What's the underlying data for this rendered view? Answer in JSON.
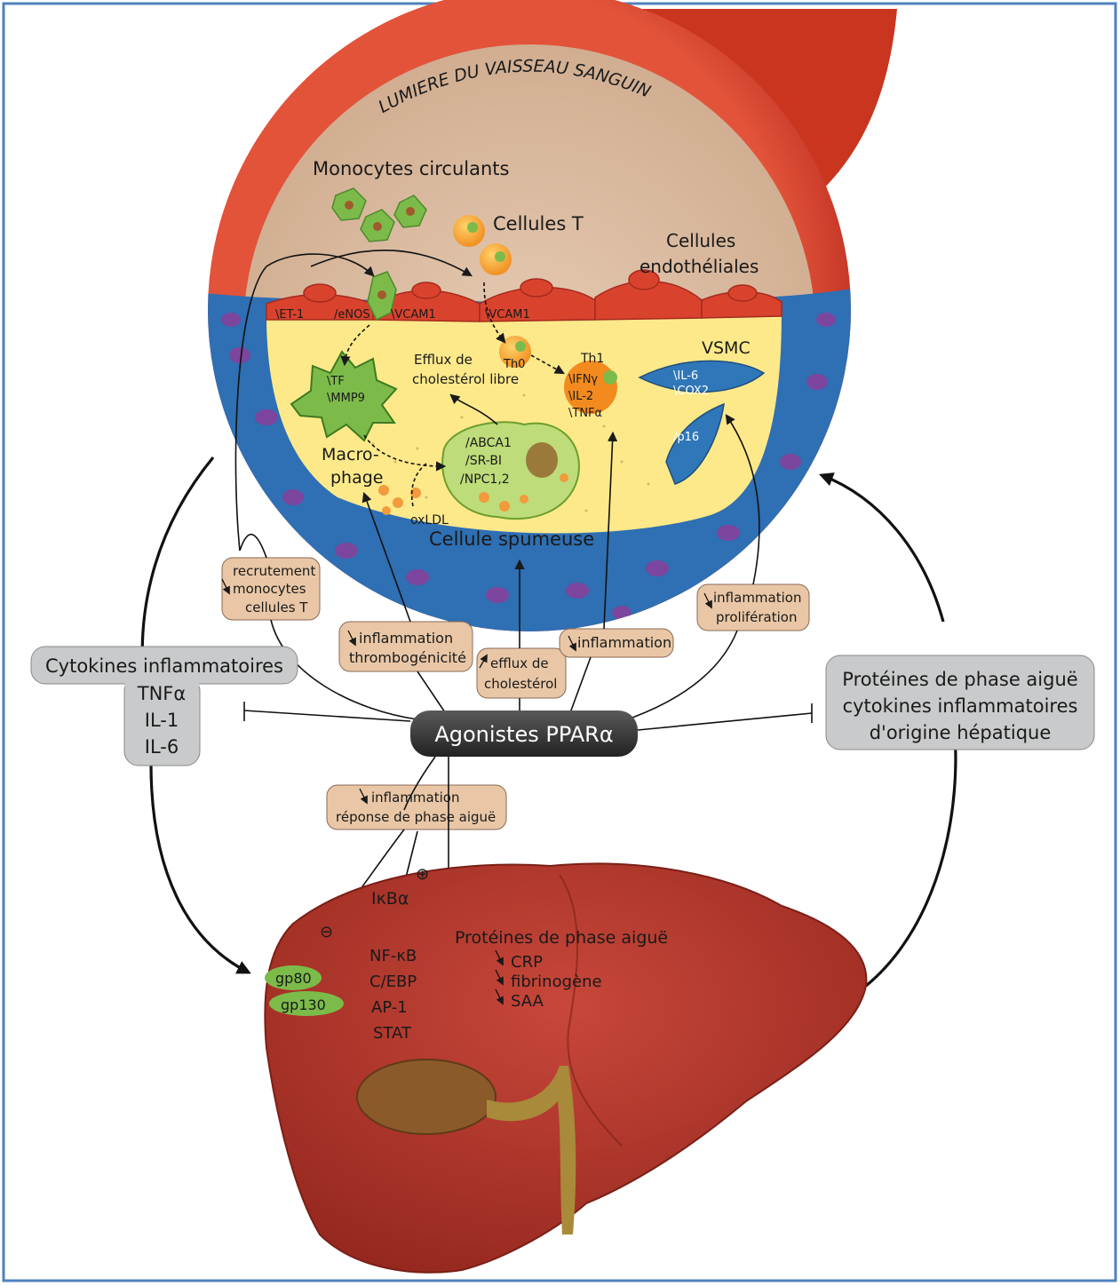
{
  "vessel": {
    "lumen_title": "LUMIERE DU VAISSEAU SANGUIN",
    "monocytes": "Monocytes circulants",
    "t_cells": "Cellules T",
    "endothelial_1": "Cellules",
    "endothelial_2": "endothéliales",
    "et1": "\\ET-1",
    "enos": "/eNOS",
    "vcam1_a": "\\VCAM1",
    "vcam1_b": "\\VCAM1",
    "tf": "\\TF",
    "mmp9": "\\MMP9",
    "macrophage_1": "Macro-",
    "macrophage_2": "phage",
    "efflux_1": "Efflux de",
    "efflux_2": "cholestérol libre",
    "abca1": "/ABCA1",
    "srbi": "/SR-BI",
    "npc": "/NPC1,2",
    "oxldl": "oxLDL",
    "foam_cell": "Cellule spumeuse",
    "th0": "Th0",
    "th1": "Th1",
    "ifn": "\\IFNγ",
    "il2": "\\IL-2",
    "tnfa": "\\TNFα",
    "vsmc": "VSMC",
    "il6": "\\IL-6",
    "cox2": "\\COX2",
    "p16": "/p16"
  },
  "effects": {
    "recruitment": [
      "recrutement",
      "monocytes",
      "cellules T"
    ],
    "inflammation_thrombo": [
      "inflammation",
      "thrombogénicité"
    ],
    "efflux": [
      "efflux de",
      "cholestérol"
    ],
    "inflammation": [
      "inflammation"
    ],
    "inflammation_prolif": [
      "inflammation",
      "prolifération"
    ],
    "acute_phase": [
      "inflammation",
      "réponse de phase aiguë"
    ]
  },
  "center": {
    "agonists": "Agonistes PPARα"
  },
  "left_box": {
    "title": "Cytokines inflammatoires",
    "items": [
      "TNFα",
      "IL-1",
      "IL-6"
    ]
  },
  "right_box": {
    "lines": [
      "Protéines de phase aiguë",
      "cytokines inflammatoires",
      "d'origine hépatique"
    ]
  },
  "liver": {
    "plus": "⊕",
    "minus": "⊖",
    "ikba": "IκBα",
    "factors": [
      "NF-κB",
      "C/EBP",
      "AP-1",
      "STAT"
    ],
    "gp80": "gp80",
    "gp130": "gp130",
    "proteins_title": "Protéines de phase aiguë",
    "proteins": [
      "CRP",
      "fibrinogène",
      "SAA"
    ]
  },
  "colors": {
    "vessel_wall": "#d9432e",
    "lumen": "#d8b79c",
    "intima": "#fde98a",
    "media": "#2f77b8",
    "liver": "#b3362a",
    "effect_box": "#e9c7a6",
    "grey_box": "#c9cacb",
    "agonist_box": "#3a3a3a"
  }
}
